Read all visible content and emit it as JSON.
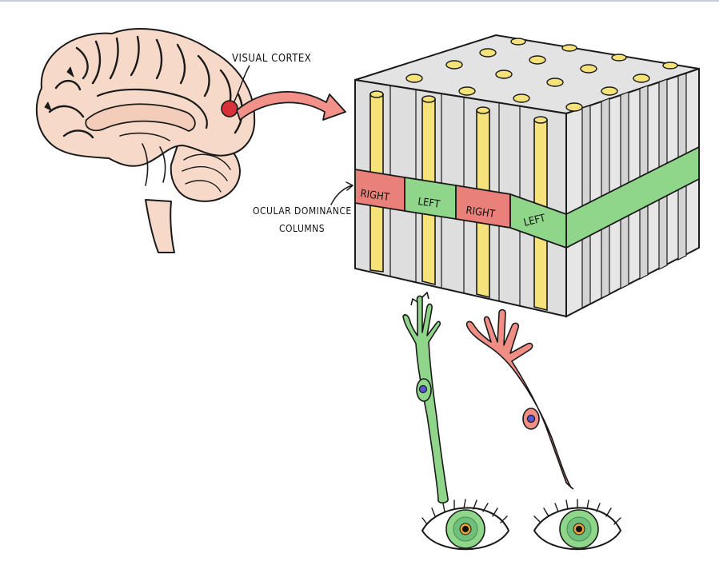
{
  "labels": {
    "visual_cortex": "VISUAL CORTEX",
    "ocular_dominance_line1": "OCULAR DOMINANCE",
    "ocular_dominance_line2": "COLUMNS"
  },
  "bands": [
    {
      "text": "RIGHT",
      "eye": "right"
    },
    {
      "text": "LEFT",
      "eye": "left"
    },
    {
      "text": "RIGHT",
      "eye": "right"
    },
    {
      "text": "LEFT",
      "eye": "left"
    }
  ],
  "colors": {
    "right_band": "#e9817a",
    "left_band": "#8fd68a",
    "column": "#f5e27a",
    "cube_face": "#e0e0e0",
    "brain": "#f7d9c9",
    "visual_cortex_dot": "#d8313a",
    "left_neuron": "#8fd68a",
    "right_neuron": "#f08e86",
    "iris": "#7fcf8c",
    "soma_nucleus": "#5a55d6"
  },
  "icons": {
    "brain": "brain-sagittal-icon",
    "arrow": "curved-arrow-icon",
    "left_eye": "eye-icon",
    "right_eye": "eye-icon"
  }
}
